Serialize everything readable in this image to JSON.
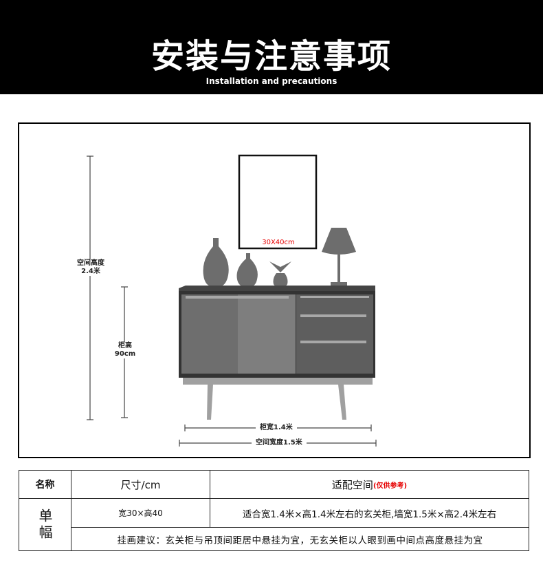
{
  "header": {
    "title": "安装与注意事项",
    "subtitle": "Installation and precautions"
  },
  "diagram": {
    "frame_size": "30X40cm",
    "space_height_label": "空间高度",
    "space_height_value": "2.4米",
    "cabinet_height_label": "柜高",
    "cabinet_height_value": "90cm",
    "cabinet_width": "柜宽1.4米",
    "space_width": "空间宽度1.5米",
    "colors": {
      "frame_label": "#e60000",
      "cabinet": "#555555"
    }
  },
  "table": {
    "headers": {
      "name": "名称",
      "size": "尺寸/cm",
      "space": "适配空间",
      "space_note": "(仅供参考)"
    },
    "row": {
      "name": "单幅",
      "size": "宽30×高40",
      "space": "适合宽1.4米×高1.4米左右的玄关柜,墙宽1.5米×高2.4米左右"
    },
    "advice": "挂画建议：玄关柜与吊顶间距居中悬挂为宜，无玄关柜以人眼到画中间点高度悬挂为宜"
  }
}
